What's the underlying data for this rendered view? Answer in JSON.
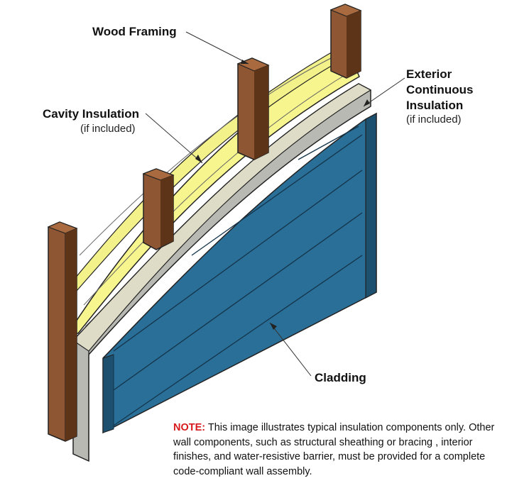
{
  "labels": {
    "wood_framing": "Wood Framing",
    "cavity_insulation": "Cavity Insulation",
    "cavity_insulation_sub": "(if included)",
    "exterior_line1": "Exterior",
    "exterior_line2": "Continuous",
    "exterior_line3": "Insulation",
    "exterior_sub": "(if included)",
    "cladding": "Cladding"
  },
  "note": {
    "heading": "NOTE:",
    "body": " This image illustrates typical insulation components only. Other wall components, such as structural sheathing or bracing , interior finishes, and water-resistive barrier, must be provided for a complete code-compliant wall assembly."
  },
  "colors": {
    "wood": "#8e5632",
    "wood_dark": "#5e3418",
    "insulation": "#f7f58d",
    "insulation_dark": "#dcd867",
    "foam_face": "#b9b9b4",
    "foam_top": "#dedcc6",
    "cladding": "#2a6f98",
    "cladding_dark": "#1d4f6e",
    "note_red": "#d7191c"
  }
}
